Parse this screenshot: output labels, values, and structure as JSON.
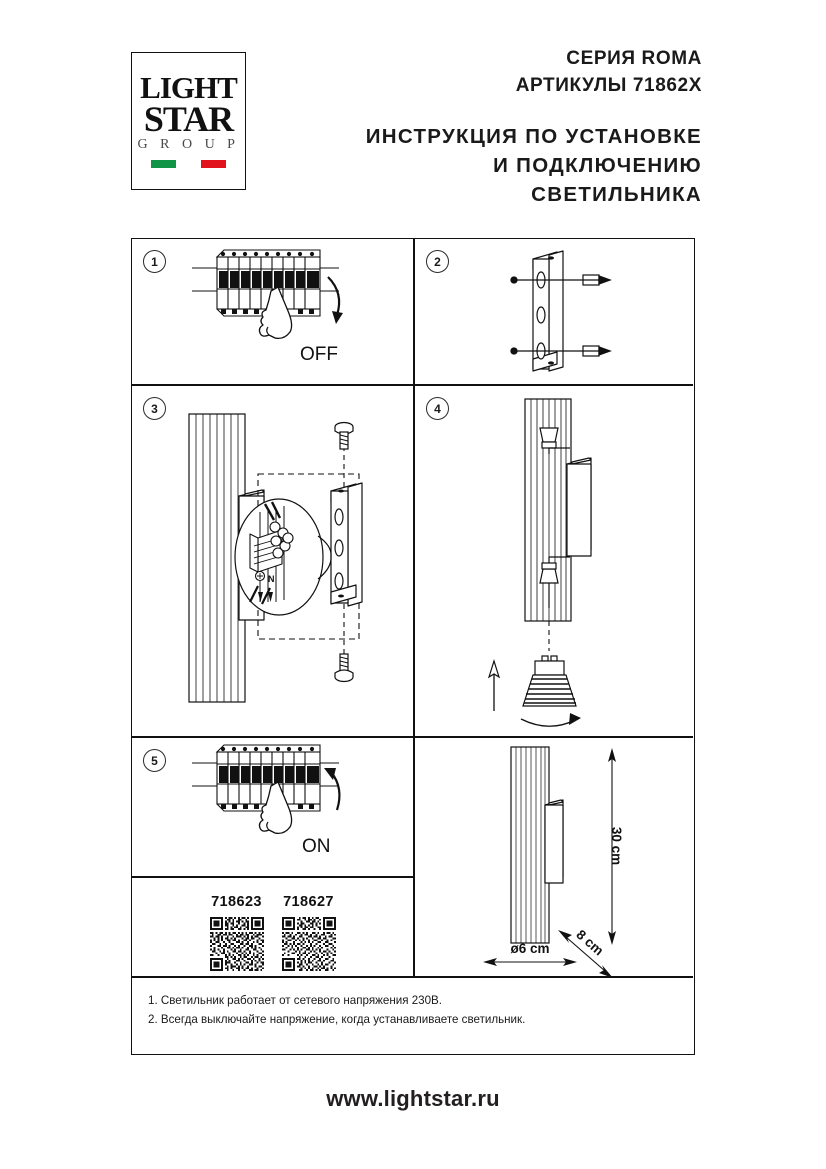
{
  "header": {
    "logo": {
      "line1": "LIGHT",
      "line2": "STAR",
      "line3": "G R O U P",
      "flag_colors": [
        "#129447",
        "#ffffff",
        "#e1131d"
      ]
    },
    "series_line": "СЕРИЯ ROMA",
    "article_line": "АРТИКУЛЫ 71862X",
    "title_line1": "ИНСТРУКЦИЯ ПО УСТАНОВКЕ",
    "title_line2": "И ПОДКЛЮЧЕНИЮ СВЕТИЛЬНИКА"
  },
  "steps": [
    {
      "number": "1",
      "icon": "circuit-breaker-panel-off",
      "label": "OFF"
    },
    {
      "number": "2",
      "icon": "mounting-bracket-with-screws",
      "label": ""
    },
    {
      "number": "3",
      "icon": "fixture-bracket-wiring-detail",
      "label": ""
    },
    {
      "number": "4",
      "icon": "lamp-insertion-gu10",
      "label": ""
    },
    {
      "number": "5",
      "icon": "circuit-breaker-panel-on",
      "label": "ON"
    }
  ],
  "qr_panel": {
    "items": [
      {
        "code": "718623",
        "icon": "qr-code"
      },
      {
        "code": "718627",
        "icon": "qr-code"
      }
    ]
  },
  "dimensions": {
    "height": "30 cm",
    "width": "ø6 cm",
    "depth": "8 cm"
  },
  "notes": [
    "1. Светильник работает от сетевого напряжения 230В.",
    "2. Всегда выключайте напряжение, когда устанавливаете светильник."
  ],
  "footer": {
    "url": "www.lightstar.ru"
  },
  "colors": {
    "ink": "#111111",
    "text": "#1a1a1a",
    "flag_green": "#129447",
    "flag_red": "#e1131d"
  }
}
